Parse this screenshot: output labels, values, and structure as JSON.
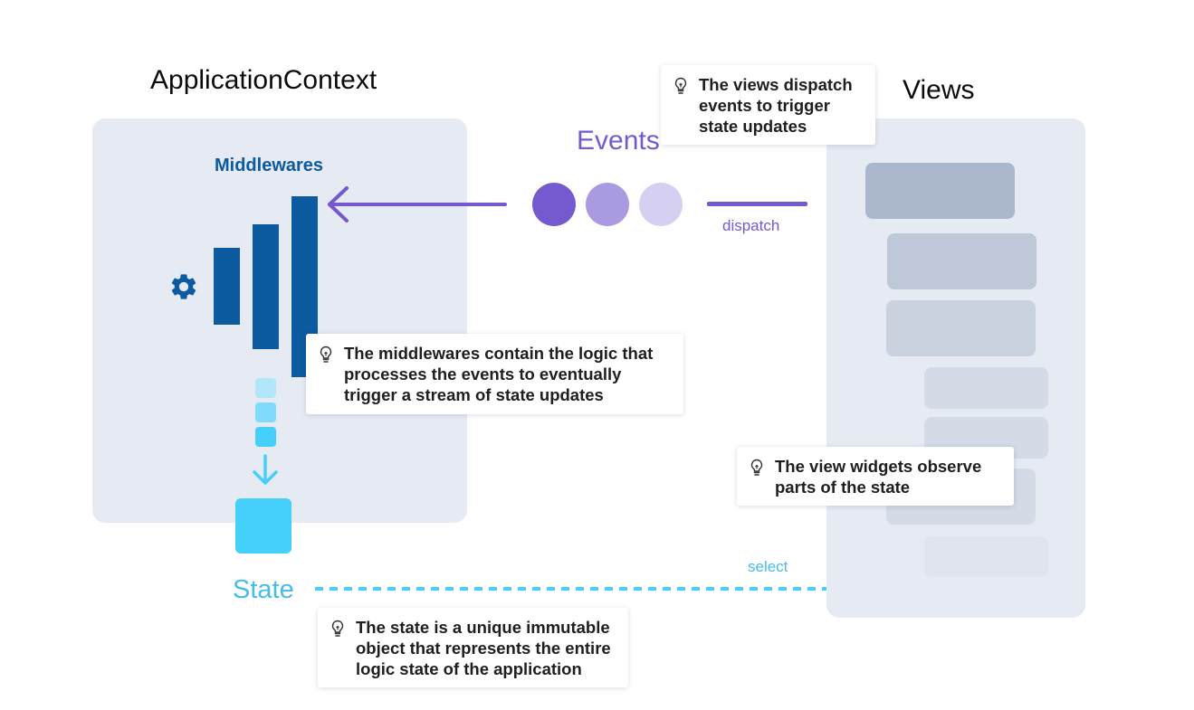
{
  "diagram": {
    "app_context": {
      "title": "ApplicationContext",
      "middlewares_label": "Middlewares"
    },
    "views": {
      "title": "Views"
    },
    "events": {
      "label": "Events",
      "dispatch_label": "dispatch"
    },
    "state": {
      "label": "State",
      "select_label": "select"
    },
    "tips": {
      "views_dispatch": "The views dispatch\nevents to trigger\nstate updates",
      "middlewares": "The middlewares contain the logic that\nprocesses the events to eventually\ntrigger a stream of state updates",
      "widgets_observe": "The view widgets observe\nparts of the state",
      "state": "The state is a unique immutable\nobject that represents the entire\nlogic state of the application"
    },
    "icons": [
      "gear-icon",
      "lightbulb-icon",
      "arrow-left-icon",
      "arrow-down-icon",
      "arrow-right-icon"
    ],
    "colors": {
      "panel": "#e6eaf3",
      "middleware_blue": "#0c5aa0",
      "events_purple": "#7559cf",
      "state_cyan": "#44d0fb",
      "state_label": "#46bde7"
    }
  }
}
